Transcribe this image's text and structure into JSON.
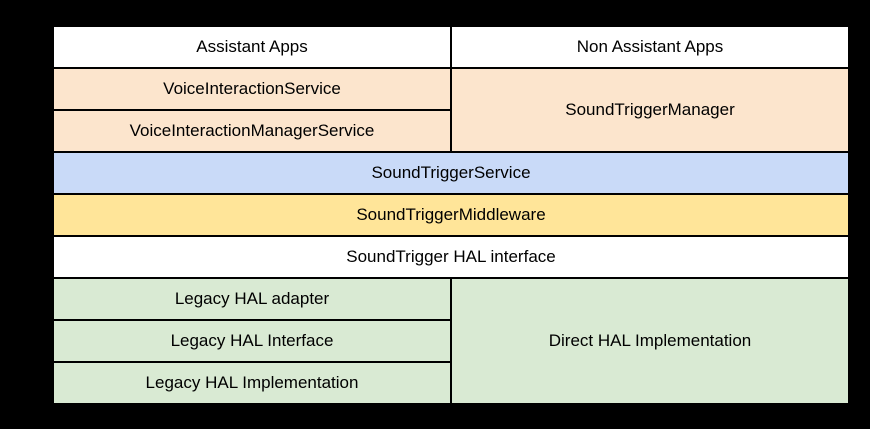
{
  "page": {
    "background_color": "#000000",
    "border_color": "#000000",
    "text_color": "#000000"
  },
  "diagram": {
    "columns": [
      {
        "id": "left",
        "header": "Assistant Apps"
      },
      {
        "id": "right",
        "header": "Non Assistant Apps"
      }
    ],
    "palette": {
      "white": "#ffffff",
      "peach": "#fce5cd",
      "blue": "#c9daf8",
      "yellow": "#ffe599",
      "green": "#d9ead3"
    },
    "cells": [
      {
        "id": "assistant-apps",
        "label": "Assistant Apps",
        "color": "#ffffff",
        "column": "left",
        "row": 1
      },
      {
        "id": "non-assistant-apps",
        "label": "Non Assistant Apps",
        "color": "#ffffff",
        "column": "right",
        "row": 1
      },
      {
        "id": "voice-interaction-service",
        "label": "VoiceInteractionService",
        "color": "#fce5cd",
        "column": "left",
        "row": 2
      },
      {
        "id": "sound-trigger-manager",
        "label": "SoundTriggerManager",
        "color": "#fce5cd",
        "column": "right",
        "row": 2,
        "rowspan": 2
      },
      {
        "id": "voice-interaction-manager-service",
        "label": "VoiceInteractionManagerService",
        "color": "#fce5cd",
        "column": "left",
        "row": 3
      },
      {
        "id": "sound-trigger-service",
        "label": "SoundTriggerService",
        "color": "#c9daf8",
        "column": "full",
        "row": 4
      },
      {
        "id": "sound-trigger-middleware",
        "label": "SoundTriggerMiddleware",
        "color": "#ffe599",
        "column": "full",
        "row": 5
      },
      {
        "id": "sound-trigger-hal-interface",
        "label": "SoundTrigger HAL interface",
        "color": "#ffffff",
        "column": "full",
        "row": 6
      },
      {
        "id": "legacy-hal-adapter",
        "label": "Legacy HAL adapter",
        "color": "#d9ead3",
        "column": "left",
        "row": 7
      },
      {
        "id": "direct-hal-implementation",
        "label": "Direct HAL Implementation",
        "color": "#d9ead3",
        "column": "right",
        "row": 7,
        "rowspan": 3
      },
      {
        "id": "legacy-hal-interface",
        "label": "Legacy HAL Interface",
        "color": "#d9ead3",
        "column": "left",
        "row": 8
      },
      {
        "id": "legacy-hal-implementation",
        "label": "Legacy HAL Implementation",
        "color": "#d9ead3",
        "column": "left",
        "row": 9
      }
    ]
  }
}
